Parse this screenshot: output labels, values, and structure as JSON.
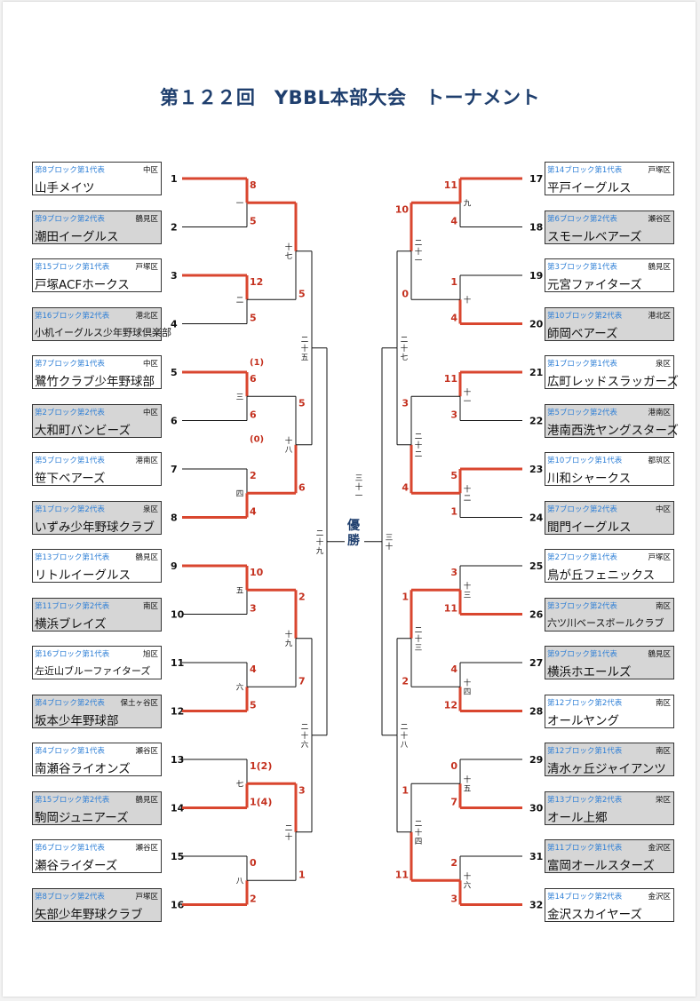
{
  "title": "第１２２回　YBBL本部大会　トーナメント",
  "champion_label": "優勝",
  "colors": {
    "winner_line": "#d9462f",
    "line": "#111111",
    "block_text": "#2e7fd6",
    "title": "#1f3f6e",
    "score": "#c4311f"
  },
  "teams": [
    {
      "seed": "1",
      "block": "第8ブロック第1代表",
      "ward": "中区",
      "name": "山手メイツ",
      "shade": "white"
    },
    {
      "seed": "2",
      "block": "第9ブロック第2代表",
      "ward": "鶴見区",
      "name": "潮田イーグルス",
      "shade": "gray"
    },
    {
      "seed": "3",
      "block": "第15ブロック第1代表",
      "ward": "戸塚区",
      "name": "戸塚ACFホークス",
      "shade": "white"
    },
    {
      "seed": "4",
      "block": "第16ブロック第2代表",
      "ward": "港北区",
      "name": "小机イーグルス少年野球倶楽部",
      "shade": "gray"
    },
    {
      "seed": "5",
      "block": "第7ブロック第1代表",
      "ward": "中区",
      "name": "鷺竹クラブ少年野球部",
      "shade": "white"
    },
    {
      "seed": "6",
      "block": "第2ブロック第2代表",
      "ward": "中区",
      "name": "大和町バンビーズ",
      "shade": "gray"
    },
    {
      "seed": "7",
      "block": "第5ブロック第1代表",
      "ward": "港南区",
      "name": "笹下ベアーズ",
      "shade": "white"
    },
    {
      "seed": "8",
      "block": "第1ブロック第2代表",
      "ward": "泉区",
      "name": "いずみ少年野球クラブ",
      "shade": "gray"
    },
    {
      "seed": "9",
      "block": "第13ブロック第1代表",
      "ward": "鶴見区",
      "name": "リトルイーグルス",
      "shade": "white"
    },
    {
      "seed": "10",
      "block": "第11ブロック第2代表",
      "ward": "南区",
      "name": "横浜ブレイズ",
      "shade": "gray"
    },
    {
      "seed": "11",
      "block": "第16ブロック第1代表",
      "ward": "旭区",
      "name": "左近山ブルーファイターズ",
      "shade": "white"
    },
    {
      "seed": "12",
      "block": "第4ブロック第2代表",
      "ward": "保土ヶ谷区",
      "name": "坂本少年野球部",
      "shade": "gray"
    },
    {
      "seed": "13",
      "block": "第4ブロック第1代表",
      "ward": "瀬谷区",
      "name": "南瀬谷ライオンズ",
      "shade": "white"
    },
    {
      "seed": "14",
      "block": "第15ブロック第2代表",
      "ward": "鶴見区",
      "name": "駒岡ジュニアーズ",
      "shade": "gray"
    },
    {
      "seed": "15",
      "block": "第6ブロック第1代表",
      "ward": "瀬谷区",
      "name": "瀬谷ライダーズ",
      "shade": "white"
    },
    {
      "seed": "16",
      "block": "第8ブロック第2代表",
      "ward": "戸塚区",
      "name": "矢部少年野球クラブ",
      "shade": "gray"
    },
    {
      "seed": "17",
      "block": "第14ブロック第1代表",
      "ward": "戸塚区",
      "name": "平戸イーグルス",
      "shade": "white"
    },
    {
      "seed": "18",
      "block": "第6ブロック第2代表",
      "ward": "瀬谷区",
      "name": "スモールベアーズ",
      "shade": "gray"
    },
    {
      "seed": "19",
      "block": "第3ブロック第1代表",
      "ward": "鶴見区",
      "name": "元宮ファイターズ",
      "shade": "white"
    },
    {
      "seed": "20",
      "block": "第10ブロック第2代表",
      "ward": "港北区",
      "name": "師岡ベアーズ",
      "shade": "gray"
    },
    {
      "seed": "21",
      "block": "第1ブロック第1代表",
      "ward": "泉区",
      "name": "広町レッドスラッガーズ",
      "shade": "white"
    },
    {
      "seed": "22",
      "block": "第5ブロック第2代表",
      "ward": "港南区",
      "name": "港南西洗ヤングスターズ",
      "shade": "gray"
    },
    {
      "seed": "23",
      "block": "第10ブロック第1代表",
      "ward": "都筑区",
      "name": "川和シャークス",
      "shade": "white"
    },
    {
      "seed": "24",
      "block": "第7ブロック第2代表",
      "ward": "中区",
      "name": "間門イーグルス",
      "shade": "gray"
    },
    {
      "seed": "25",
      "block": "第2ブロック第1代表",
      "ward": "戸塚区",
      "name": "鳥が丘フェニックス",
      "shade": "white"
    },
    {
      "seed": "26",
      "block": "第3ブロック第2代表",
      "ward": "南区",
      "name": "六ツ川ベースボールクラブ",
      "shade": "gray"
    },
    {
      "seed": "27",
      "block": "第9ブロック第1代表",
      "ward": "鶴見区",
      "name": "横浜ホエールズ",
      "shade": "gray"
    },
    {
      "seed": "28",
      "block": "第12ブロック第2代表",
      "ward": "南区",
      "name": "オールヤング",
      "shade": "white"
    },
    {
      "seed": "29",
      "block": "第12ブロック第1代表",
      "ward": "南区",
      "name": "清水ヶ丘ジャイアンツ",
      "shade": "gray"
    },
    {
      "seed": "30",
      "block": "第13ブロック第2代表",
      "ward": "栄区",
      "name": "オール上郷",
      "shade": "gray"
    },
    {
      "seed": "31",
      "block": "第11ブロック第1代表",
      "ward": "金沢区",
      "name": "富岡オールスターズ",
      "shade": "gray"
    },
    {
      "seed": "32",
      "block": "第14ブロック第2代表",
      "ward": "金沢区",
      "name": "金沢スカイヤーズ",
      "shade": "white"
    }
  ],
  "r1": [
    {
      "game": "一",
      "scores": [
        "8",
        "5"
      ],
      "winner": 0
    },
    {
      "game": "二",
      "scores": [
        "12",
        "5"
      ],
      "winner": 0
    },
    {
      "game": "三",
      "scores": [
        "6",
        "6"
      ],
      "pk": [
        "(1)",
        "(0)"
      ],
      "winner": 0
    },
    {
      "game": "四",
      "scores": [
        "2",
        "4"
      ],
      "winner": 1
    },
    {
      "game": "五",
      "scores": [
        "10",
        "3"
      ],
      "winner": 0
    },
    {
      "game": "六",
      "scores": [
        "4",
        "5"
      ],
      "winner": 1
    },
    {
      "game": "七",
      "scores": [
        "1(2)",
        "1(4)"
      ],
      "winner": 1
    },
    {
      "game": "八",
      "scores": [
        "0",
        "2"
      ],
      "winner": 1
    },
    {
      "game": "九",
      "scores": [
        "11",
        "4"
      ],
      "winner": 0
    },
    {
      "game": "十",
      "scores": [
        "1",
        "4"
      ],
      "winner": 1
    },
    {
      "game": "十一",
      "scores": [
        "11",
        "3"
      ],
      "winner": 0
    },
    {
      "game": "十二",
      "scores": [
        "5",
        "1"
      ],
      "winner": 0
    },
    {
      "game": "十三",
      "scores": [
        "3",
        "11"
      ],
      "winner": 1
    },
    {
      "game": "十四",
      "scores": [
        "4",
        "12"
      ],
      "winner": 1
    },
    {
      "game": "十五",
      "scores": [
        "0",
        "7"
      ],
      "winner": 1
    },
    {
      "game": "十六",
      "scores": [
        "2",
        "3"
      ],
      "winner": 1
    }
  ],
  "r2": [
    {
      "game": "十七",
      "scores": [
        "",
        "5"
      ],
      "winner": 0
    },
    {
      "game": "十八",
      "scores": [
        "5",
        "6"
      ],
      "winner": 1
    },
    {
      "game": "十九",
      "scores": [
        "2",
        "7"
      ],
      "winner": 0
    },
    {
      "game": "二十",
      "scores": [
        "3",
        "1"
      ],
      "winner": 0
    },
    {
      "game": "二十一",
      "scores": [
        "10",
        "0"
      ],
      "winner": 0
    },
    {
      "game": "二十二",
      "scores": [
        "3",
        "4"
      ],
      "winner": 1
    },
    {
      "game": "二十三",
      "scores": [
        "1",
        "2"
      ],
      "winner": 0
    },
    {
      "game": "二十四",
      "scores": [
        "1",
        "11"
      ],
      "winner": 1
    }
  ],
  "r3": [
    {
      "game": "二十五",
      "scores": [
        "",
        ""
      ],
      "winner": -1
    },
    {
      "game": "二十六",
      "scores": [
        "",
        ""
      ],
      "winner": -1
    },
    {
      "game": "二十七",
      "scores": [
        "",
        ""
      ],
      "winner": -1
    },
    {
      "game": "二十八",
      "scores": [
        "",
        ""
      ],
      "winner": -1
    }
  ],
  "r4": [
    {
      "game": "二十九",
      "winner": -1
    },
    {
      "game": "三十",
      "winner": -1
    }
  ],
  "final": {
    "game": "三十一"
  }
}
